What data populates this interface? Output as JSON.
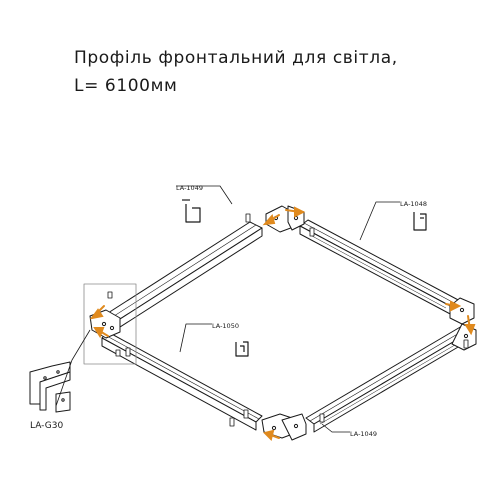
{
  "title": {
    "line1": "Профіль фронтальний для світла,",
    "line2": "L= 6100мм"
  },
  "labels": {
    "top_left_profile": "LA-1049",
    "top_right_profile": "LA-1048",
    "front_left_profile": "LA-1050",
    "bottom_right_profile": "LA-1049",
    "bracket": "LA-G30"
  },
  "colors": {
    "line": "#1a1a1a",
    "arrow": "#e08a1e",
    "detail_box": "#8a8a8a"
  }
}
